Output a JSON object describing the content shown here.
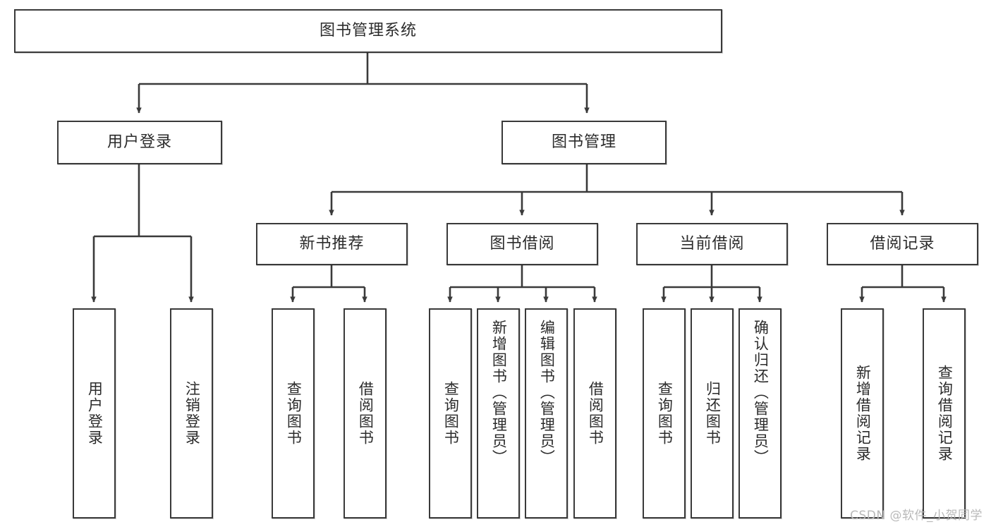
{
  "diagram": {
    "type": "tree-hierarchy",
    "title": "图书管理系统",
    "orientation": "top-down",
    "watermark": "CSDN @软件_小贺同学",
    "colors": {
      "node_border": "#3a3a3a",
      "node_fill": "#ffffff",
      "edge": "#3a3a3a",
      "text": "#2b2b2b",
      "watermark": "#b9b9b9",
      "background": "#ffffff"
    },
    "levels": [
      {
        "level": 1,
        "name": "root"
      },
      {
        "level": 2,
        "name": "modules"
      },
      {
        "level": 3,
        "name": "sub-modules"
      },
      {
        "level": 4,
        "name": "operations"
      }
    ],
    "nodes": {
      "root": {
        "id": "root",
        "label": "图书管理系统",
        "level": 1
      },
      "level2": [
        {
          "id": "user-login",
          "label": "用户登录",
          "level": 2,
          "parent": "root"
        },
        {
          "id": "book-management",
          "label": "图书管理",
          "level": 2,
          "parent": "root"
        }
      ],
      "level3": [
        {
          "id": "new-book-recommend",
          "label": "新书推荐",
          "level": 3,
          "parent": "book-management"
        },
        {
          "id": "book-borrow",
          "label": "图书借阅",
          "level": 3,
          "parent": "book-management"
        },
        {
          "id": "current-borrow",
          "label": "当前借阅",
          "level": 3,
          "parent": "book-management"
        },
        {
          "id": "borrow-record",
          "label": "借阅记录",
          "level": 3,
          "parent": "book-management"
        }
      ],
      "level4": [
        {
          "id": "leaf-user-login",
          "label": "用户登录",
          "level": 4,
          "parent": "user-login"
        },
        {
          "id": "leaf-user-logout",
          "label": "注销登录",
          "level": 4,
          "parent": "user-login"
        },
        {
          "id": "leaf-query-book-rec",
          "label": "查询图书",
          "level": 4,
          "parent": "new-book-recommend"
        },
        {
          "id": "leaf-borrow-book-rec",
          "label": "借阅图书",
          "level": 4,
          "parent": "new-book-recommend"
        },
        {
          "id": "leaf-query-book-borrow",
          "label": "查询图书",
          "level": 4,
          "parent": "book-borrow"
        },
        {
          "id": "leaf-add-book",
          "label": "新增图书（管理员）",
          "level": 4,
          "parent": "book-borrow"
        },
        {
          "id": "leaf-edit-book",
          "label": "编辑图书（管理员）",
          "level": 4,
          "parent": "book-borrow"
        },
        {
          "id": "leaf-borrow-book",
          "label": "借阅图书",
          "level": 4,
          "parent": "book-borrow"
        },
        {
          "id": "leaf-query-book-current",
          "label": "查询图书",
          "level": 4,
          "parent": "current-borrow"
        },
        {
          "id": "leaf-return-book",
          "label": "归还图书",
          "level": 4,
          "parent": "current-borrow"
        },
        {
          "id": "leaf-confirm-return",
          "label": "确认归还（管理员）",
          "level": 4,
          "parent": "current-borrow"
        },
        {
          "id": "leaf-add-record",
          "label": "新增借阅记录",
          "level": 4,
          "parent": "borrow-record"
        },
        {
          "id": "leaf-query-record",
          "label": "查询借阅记录",
          "level": 4,
          "parent": "borrow-record"
        }
      ]
    }
  }
}
